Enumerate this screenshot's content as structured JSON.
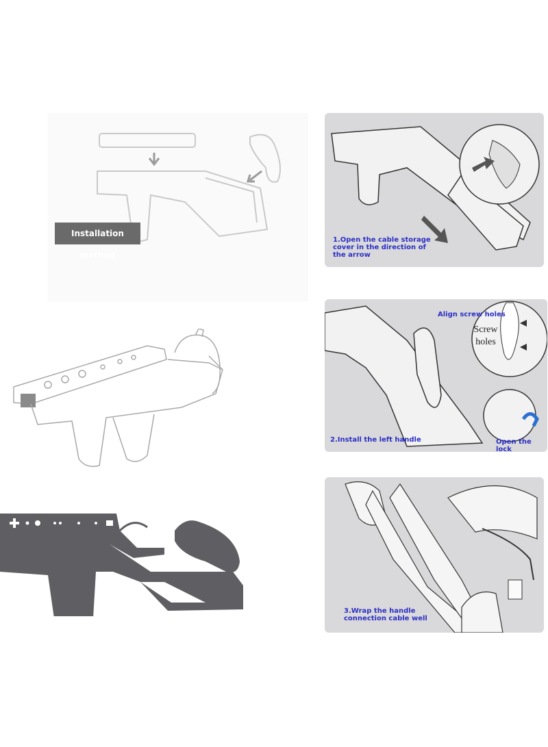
{
  "installation": {
    "label": "Installation method"
  },
  "steps": [
    {
      "label": "1.Open the cable storage\ncover in the direction of\nthe arrow"
    },
    {
      "label": "2.Install the left handle",
      "callout_top": "Align screw holes",
      "callout_inner": "Screw\nholes",
      "callout_bottom": "Open the lock"
    },
    {
      "label": "3.Wrap the handle\nconnection cable well"
    }
  ],
  "colors": {
    "panel_bg": "#d9d9db",
    "label_blue": "#2b2ec4",
    "badge_bg": "#6a6a6a",
    "dark_gun": "#5f5f63"
  }
}
